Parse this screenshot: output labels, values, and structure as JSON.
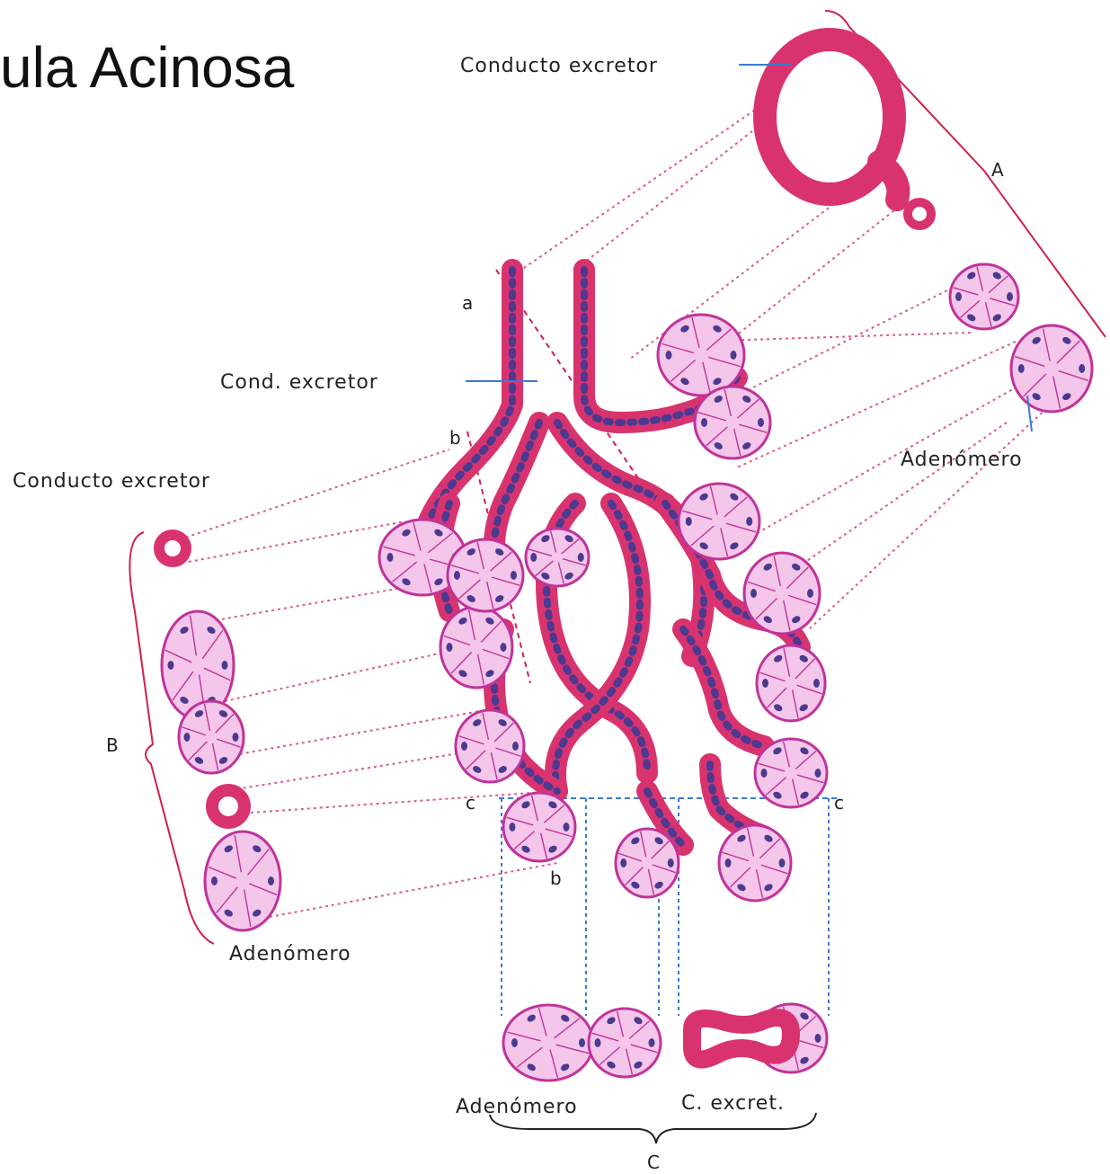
{
  "slide": {
    "title": "ula Acinosa"
  },
  "colors": {
    "duct_epithelium": "#d9336f",
    "acinus_fill": "#f4c6e9",
    "acinus_outline": "#c0339a",
    "nucleus": "#4b3a8f",
    "bracket": "#d0204a",
    "dotted_projection": "#e05a8a",
    "section_line": "#3b7bd0"
  },
  "labels": {
    "top_duct": "Conducto excretor",
    "central_duct": "Cond. excretor",
    "left_duct": "Conducto excretor",
    "right_acinus": "Adenómero",
    "left_acinus": "Adenómero",
    "bottom_acinus": "Adenómero",
    "bottom_duct": "C. excret."
  },
  "letters": {
    "a": "a",
    "b_top": "b",
    "b_bottom": "b",
    "c_left": "c",
    "c_right": "c",
    "group_a": "A",
    "group_b": "B",
    "group_c": "C"
  }
}
